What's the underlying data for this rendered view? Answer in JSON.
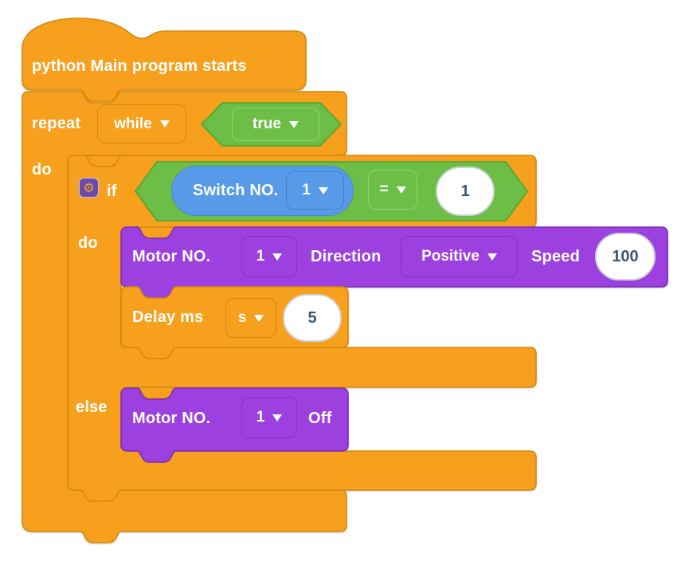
{
  "hat": {
    "label": "python Main program starts"
  },
  "repeat_block": {
    "repeat_label": "repeat",
    "mode_dropdown": "while",
    "condition_dropdown": "true",
    "do_label": "do"
  },
  "if_block": {
    "if_label": "if",
    "do_label": "do",
    "else_label": "else",
    "condition": {
      "switch_label": "Switch NO.",
      "switch_no_dropdown": "1",
      "operator_dropdown": "=",
      "compare_value": "1"
    }
  },
  "motor_on_block": {
    "motor_label": "Motor NO.",
    "motor_no_dropdown": "1",
    "direction_label": "Direction",
    "direction_dropdown": "Positive",
    "speed_label": "Speed",
    "speed_value": "100"
  },
  "delay_block": {
    "delay_label": "Delay ms",
    "unit_dropdown": "s",
    "delay_value": "5"
  },
  "motor_off_block": {
    "motor_label": "Motor NO.",
    "motor_no_dropdown": "1",
    "off_label": "Off"
  },
  "icons": {
    "gear": "⚙"
  },
  "colors": {
    "orange": "#F7A01E",
    "orange_border": "#D4890D",
    "green": "#6CBE46",
    "green_border": "#58A52F",
    "green_field_border": "#95D276",
    "blue": "#579BE8",
    "blue_border": "#4587D6",
    "purple": "#9C40E0",
    "purple_border": "#7B2EB6",
    "value_text": "#3D5472"
  }
}
